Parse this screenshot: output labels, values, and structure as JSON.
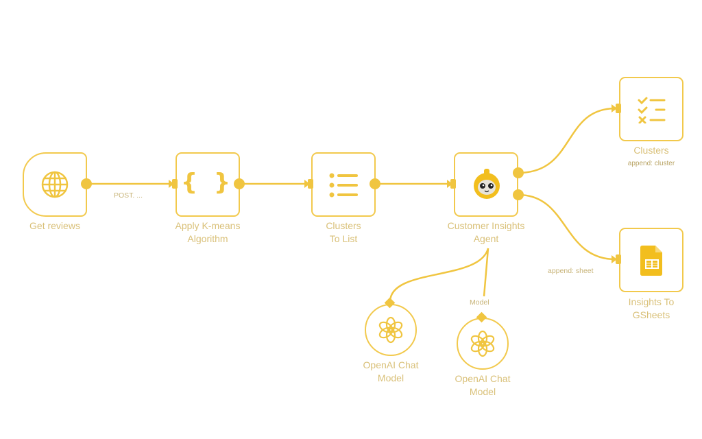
{
  "colors": {
    "accent": "#F2C94C",
    "edge": "#F0C540",
    "label_text": "#D9C078",
    "sublabel_text": "#B8A363"
  },
  "nodes": [
    {
      "id": "get-reviews",
      "label": "Get reviews",
      "icon": "globe-icon"
    },
    {
      "id": "apply-kmeans",
      "label": "Apply K-means\nAlgorithm",
      "icon": "code-braces-icon"
    },
    {
      "id": "clusters-to-list",
      "label": "Clusters\nTo List",
      "icon": "list-icon"
    },
    {
      "id": "customer-insights-agent",
      "label": "Customer Insights\nAgent",
      "icon": "robot-agent-icon"
    },
    {
      "id": "clusters",
      "label": "Clusters",
      "sublabel": "append: cluster",
      "icon": "checklist-icon"
    },
    {
      "id": "insights-to-gsheets",
      "label": "Insights To\nGSheets",
      "icon": "google-sheets-icon"
    },
    {
      "id": "openai-chat-model-1",
      "label": "OpenAI Chat\nModel",
      "icon": "openai-icon"
    },
    {
      "id": "openai-chat-model-2",
      "label": "OpenAI Chat\nModel",
      "icon": "openai-icon"
    }
  ],
  "edges": [
    {
      "from": "get-reviews",
      "to": "apply-kmeans",
      "label": "POST. ..."
    },
    {
      "from": "apply-kmeans",
      "to": "clusters-to-list",
      "label": ""
    },
    {
      "from": "clusters-to-list",
      "to": "customer-insights-agent",
      "label": ""
    },
    {
      "from": "customer-insights-agent",
      "to": "clusters",
      "label": ""
    },
    {
      "from": "customer-insights-agent",
      "to": "insights-to-gsheets",
      "label": "append: sheet"
    },
    {
      "from": "openai-chat-model-1",
      "to": "customer-insights-agent",
      "label": ""
    },
    {
      "from": "openai-chat-model-2",
      "to": "customer-insights-agent",
      "label": "Model"
    }
  ]
}
